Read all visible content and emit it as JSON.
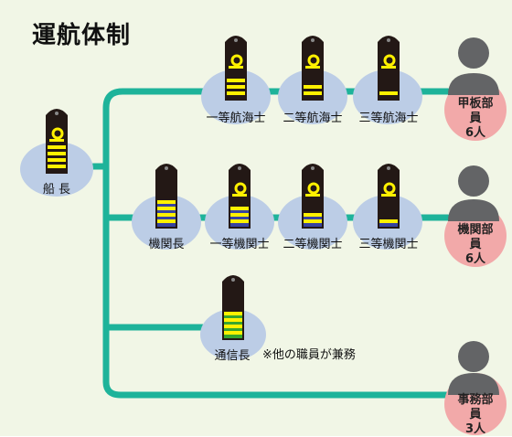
{
  "title": "運航体制",
  "colors": {
    "background": "#f1f6e6",
    "line": "#1eb39a",
    "ellipse": "#bccde6",
    "crew_circle": "#f2a9a9",
    "person": "#636466",
    "board": "#231815",
    "gold": "#fff100",
    "blue": "#3743a0",
    "green": "#37a52e"
  },
  "ranks": {
    "captain": "船 長",
    "first_officer": "一等航海士",
    "second_officer": "二等航海士",
    "third_officer": "三等航海士",
    "chief_engineer": "機関長",
    "first_engineer": "一等機関士",
    "second_engineer": "二等機関士",
    "third_engineer": "三等機関士",
    "radio_chief": "通信長"
  },
  "note": "※他の職員が兼務",
  "crew": {
    "deck": {
      "name": "甲板部員",
      "count": "6人"
    },
    "engine": {
      "name": "機関部員",
      "count": "6人"
    },
    "office": {
      "name": "事務部員",
      "count": "3人"
    }
  },
  "insignia": {
    "captain": {
      "stripe_color": "gold",
      "stripes": 4,
      "emblem": "rope-loop"
    },
    "first_officer": {
      "stripe_color": "gold",
      "stripes": 3,
      "emblem": "rope-loop"
    },
    "second_officer": {
      "stripe_color": "gold",
      "stripes": 2,
      "emblem": "rope-loop"
    },
    "third_officer": {
      "stripe_color": "gold",
      "stripes": 1,
      "emblem": "rope-loop"
    },
    "chief_engineer": {
      "stripe_color": "gold-blue",
      "stripes": 4,
      "emblem": "none"
    },
    "first_engineer": {
      "stripe_color": "gold-blue",
      "stripes": 3,
      "emblem": "rope-loop"
    },
    "second_engineer": {
      "stripe_color": "gold-blue",
      "stripes": 2,
      "emblem": "rope-loop"
    },
    "third_engineer": {
      "stripe_color": "gold-blue",
      "stripes": 1,
      "emblem": "rope-loop"
    },
    "radio_chief": {
      "stripe_color": "gold-green",
      "stripes": 4,
      "emblem": "none"
    }
  }
}
